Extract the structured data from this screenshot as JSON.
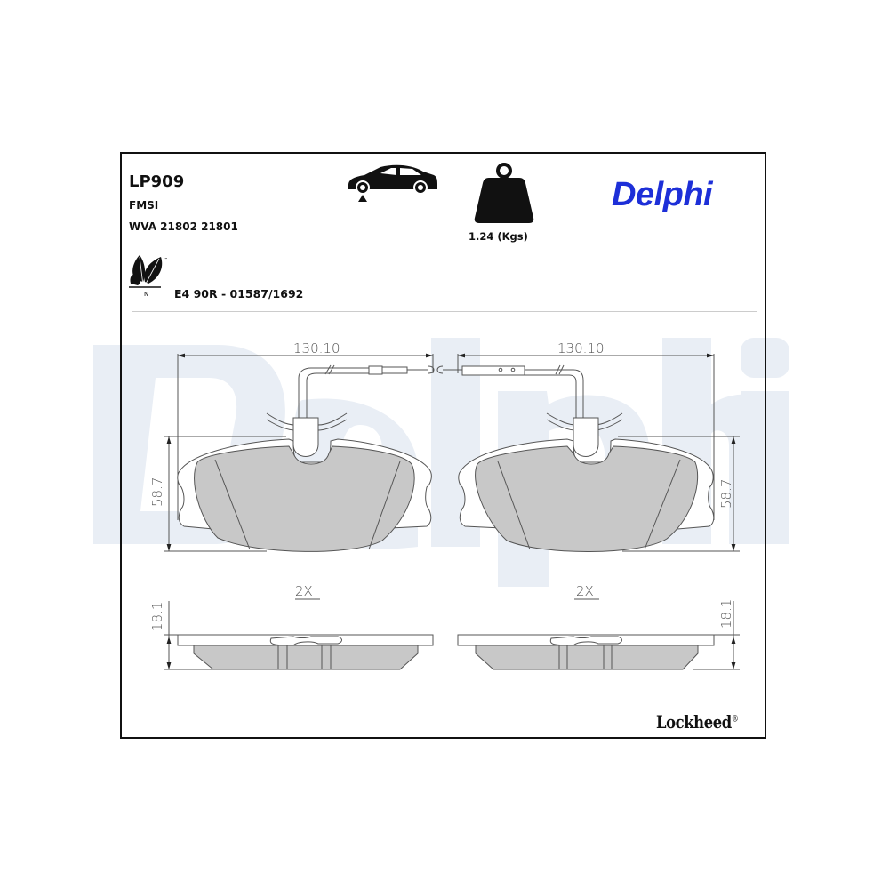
{
  "header": {
    "part_number": "LP909",
    "fmsi_label": "FMSI",
    "wva_numbers": "WVA 21802 21801",
    "approval_number": "E4 90R - 01587/1692",
    "weight": "1.24 (Kgs)",
    "brand": "Delphi",
    "footer_brand": "Lockheed",
    "footer_brand_mark": "®"
  },
  "icons": {
    "axle_position": "car-front-axle-icon",
    "weight": "weight-icon",
    "eco": "eco-leaf-icon",
    "eco_mark": "N",
    "eco_tm": "™"
  },
  "drawings": {
    "left_pad": {
      "width_dim": "130.10",
      "height_dim": "58.7",
      "quantity": "2X",
      "thickness_dim": "18.1"
    },
    "right_pad": {
      "width_dim": "130.10",
      "height_dim": "58.7",
      "quantity": "2X",
      "thickness_dim": "18.1"
    }
  },
  "colors": {
    "brand_blue": "#1d2fd8",
    "watermark": "#e9eef5",
    "friction_fill": "#c8c8c8",
    "line": "#555555"
  }
}
